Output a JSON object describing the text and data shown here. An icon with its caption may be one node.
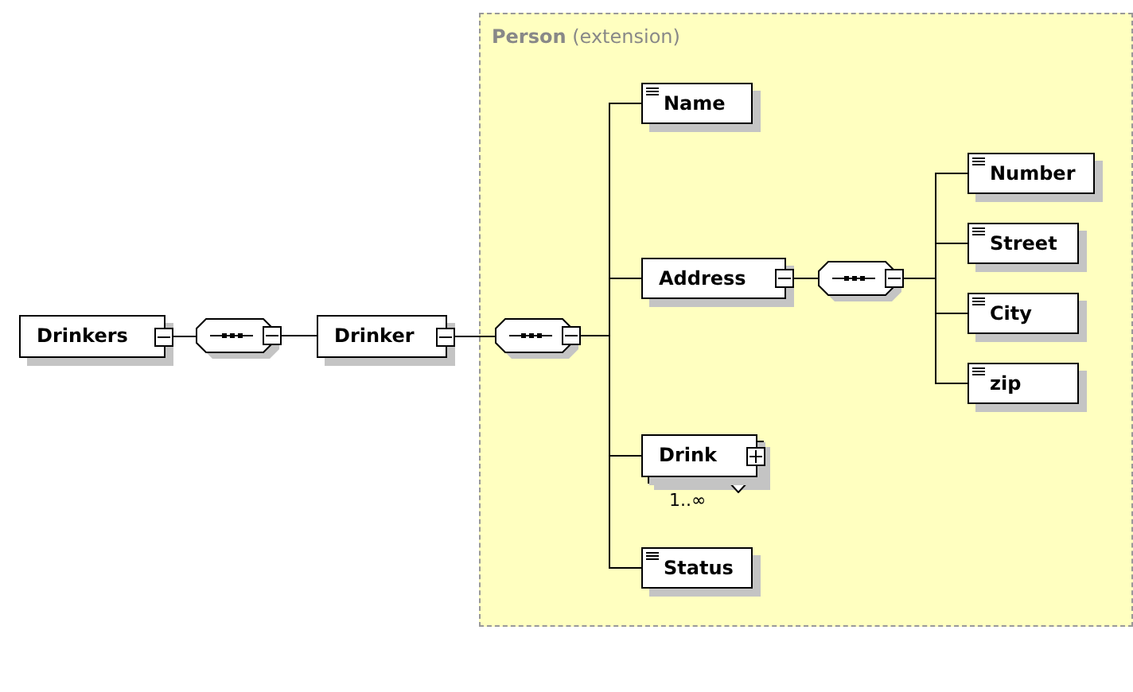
{
  "diagram": {
    "nodes": [
      {
        "text": [
          "Drinkers"
        ]
      },
      {
        "text": [],
        "shape": "octagon"
      },
      {
        "text": [
          "Drinker"
        ]
      },
      {
        "text": [
          "**Person** (extension)"
        ]
      },
      {
        "text": [],
        "shape": "octagon",
        "in": 3
      },
      {
        "text": [
          "Name"
        ],
        "in": 3
      },
      {
        "text": [
          "Address"
        ],
        "in": 3
      },
      {
        "text": [],
        "shape": "octagon",
        "in": 3
      },
      {
        "text": [
          "Number"
        ],
        "in": 3
      },
      {
        "text": [
          "Street"
        ],
        "in": 3
      },
      {
        "text": [
          "City"
        ],
        "in": 3
      },
      {
        "text": [
          "zip"
        ],
        "in": 3
      },
      {
        "text": [
          "Drink"
        ],
        "beside": [
          "1..∞"
        ],
        "in": 3
      },
      {
        "text": [
          "Status"
        ],
        "in": 3
      }
    ],
    "edges": [
      {
        "from": 0,
        "to": 1,
        "arrow": "none"
      },
      {
        "from": 1,
        "to": 2,
        "arrow": "none"
      },
      {
        "from": 2,
        "to": 4,
        "arrow": "none"
      },
      {
        "from": 4,
        "to": 5,
        "arrow": "none"
      },
      {
        "from": 4,
        "to": 6,
        "arrow": "none"
      },
      {
        "from": 4,
        "to": 12,
        "arrow": "none"
      },
      {
        "from": 4,
        "to": 13,
        "arrow": "none"
      },
      {
        "from": 6,
        "to": 7,
        "arrow": "none"
      },
      {
        "from": 7,
        "to": 8,
        "arrow": "none"
      },
      {
        "from": 7,
        "to": 9,
        "arrow": "none"
      },
      {
        "from": 7,
        "to": 10,
        "arrow": "none"
      },
      {
        "from": 7,
        "to": 11,
        "arrow": "none"
      }
    ]
  }
}
